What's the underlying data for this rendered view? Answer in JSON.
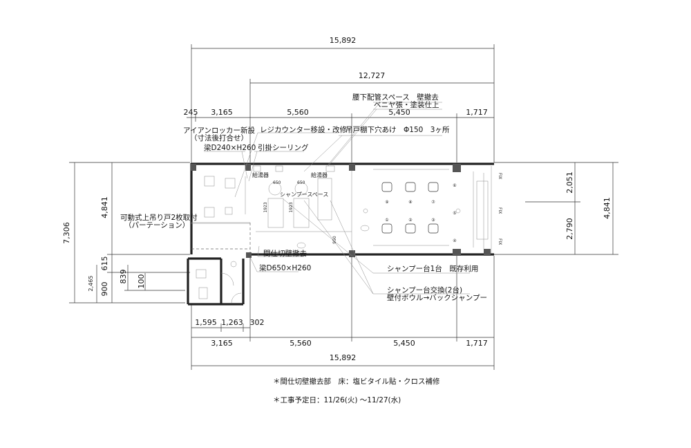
{
  "dimensions": {
    "top_overall": "15,892",
    "top_partial": "12,727",
    "top_segments": [
      "245",
      "3,165",
      "5,560",
      "5,450",
      "1,717"
    ],
    "bottom_sub": [
      "1,595",
      "1,263",
      "302"
    ],
    "bottom_segments": [
      "3,165",
      "5,560",
      "5,450",
      "1,717"
    ],
    "bottom_overall": "15,892",
    "left_overall": "7,306",
    "left_upper": "4,841",
    "left_mid": "615",
    "left_lower": "900",
    "left_2465": "2,465",
    "left_839": "839",
    "left_100": "100",
    "right_upper": "2,051",
    "right_lower": "2,790",
    "right_overall": "4,841",
    "inner_950": "950",
    "inner_650a": "650",
    "inner_650b": "650",
    "inner_1923a": "1923",
    "inner_1923b": "1923"
  },
  "annotations": {
    "under_sill": "腰下配管スペース　壁撤去",
    "veneer": "ベニヤ張・塗装仕上",
    "iron_locker": "アイアンロッカー新設",
    "iron_locker_sub": "（寸法後打合せ）",
    "register": "レジカウンター移設・改修",
    "ceiling_holes": "吊戸棚下穴あけ　Φ150　3ヶ所",
    "beam_240": "梁D240×H260",
    "ceiling_pull": "引掛シーリング",
    "water_heater_1": "給湯器",
    "water_heater_2": "給湯器",
    "shampoo_space": "シャンプースペース",
    "sliding_door": "可動式上吊り戸2枚取付",
    "sliding_door_sub": "（パーテーション）",
    "partition_removal": "間仕切壁撤去",
    "beam_650": "梁D650×H260",
    "shampoo_existing": "シャンプー台1台　既存利用",
    "shampoo_replace": "シャンプー台交換(2台)",
    "shampoo_replace_sub": "壁付ボウル→バックシャンプー",
    "fix_label_1": "FIX",
    "fix_label_2": "FIX",
    "fix_label_3": "FIX"
  },
  "chairs": [
    "①",
    "②",
    "③",
    "④",
    "⑤",
    "⑥",
    "⑦",
    "⑧",
    "⑨"
  ],
  "footer": {
    "note_1": "＊間仕切壁撤去部　床：塩ビタイル貼・クロス補修",
    "note_2": "＊工事予定日：11/26(火) ～11/27(水)"
  }
}
